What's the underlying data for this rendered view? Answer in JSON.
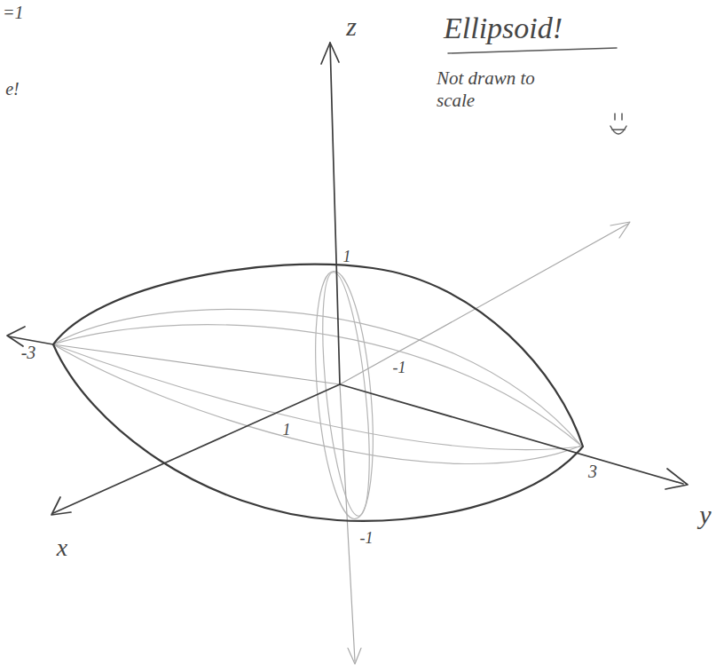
{
  "diagram": {
    "title": "Ellipsoid!",
    "labels": [
      "=1",
      "e!",
      "Not drawn to scale",
      "z",
      "1",
      "-3",
      "-1",
      "1",
      "3",
      "-1",
      "x",
      "y"
    ]
  }
}
